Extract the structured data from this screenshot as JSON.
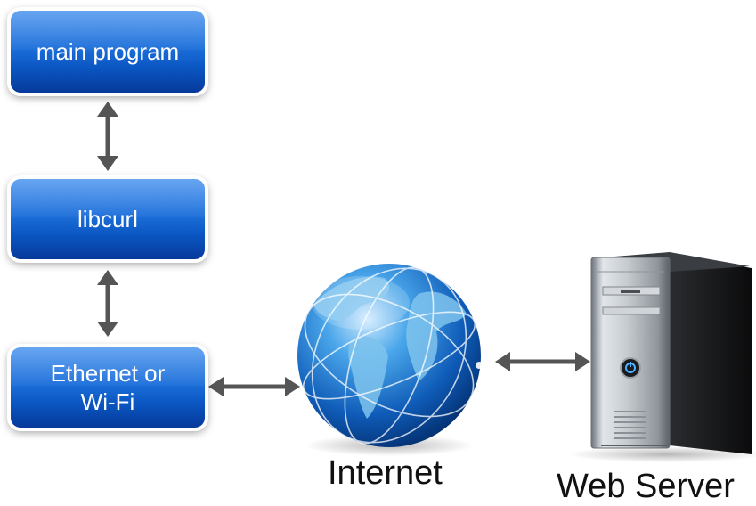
{
  "boxes": {
    "main_program": "main program",
    "libcurl": "libcurl",
    "ethernet_line1": "Ethernet or",
    "ethernet_line2": "Wi-Fi"
  },
  "labels": {
    "internet": "Internet",
    "web_server": "Web Server"
  },
  "colors": {
    "box_blue": "#1d6fda",
    "arrow_gray": "#555555"
  }
}
